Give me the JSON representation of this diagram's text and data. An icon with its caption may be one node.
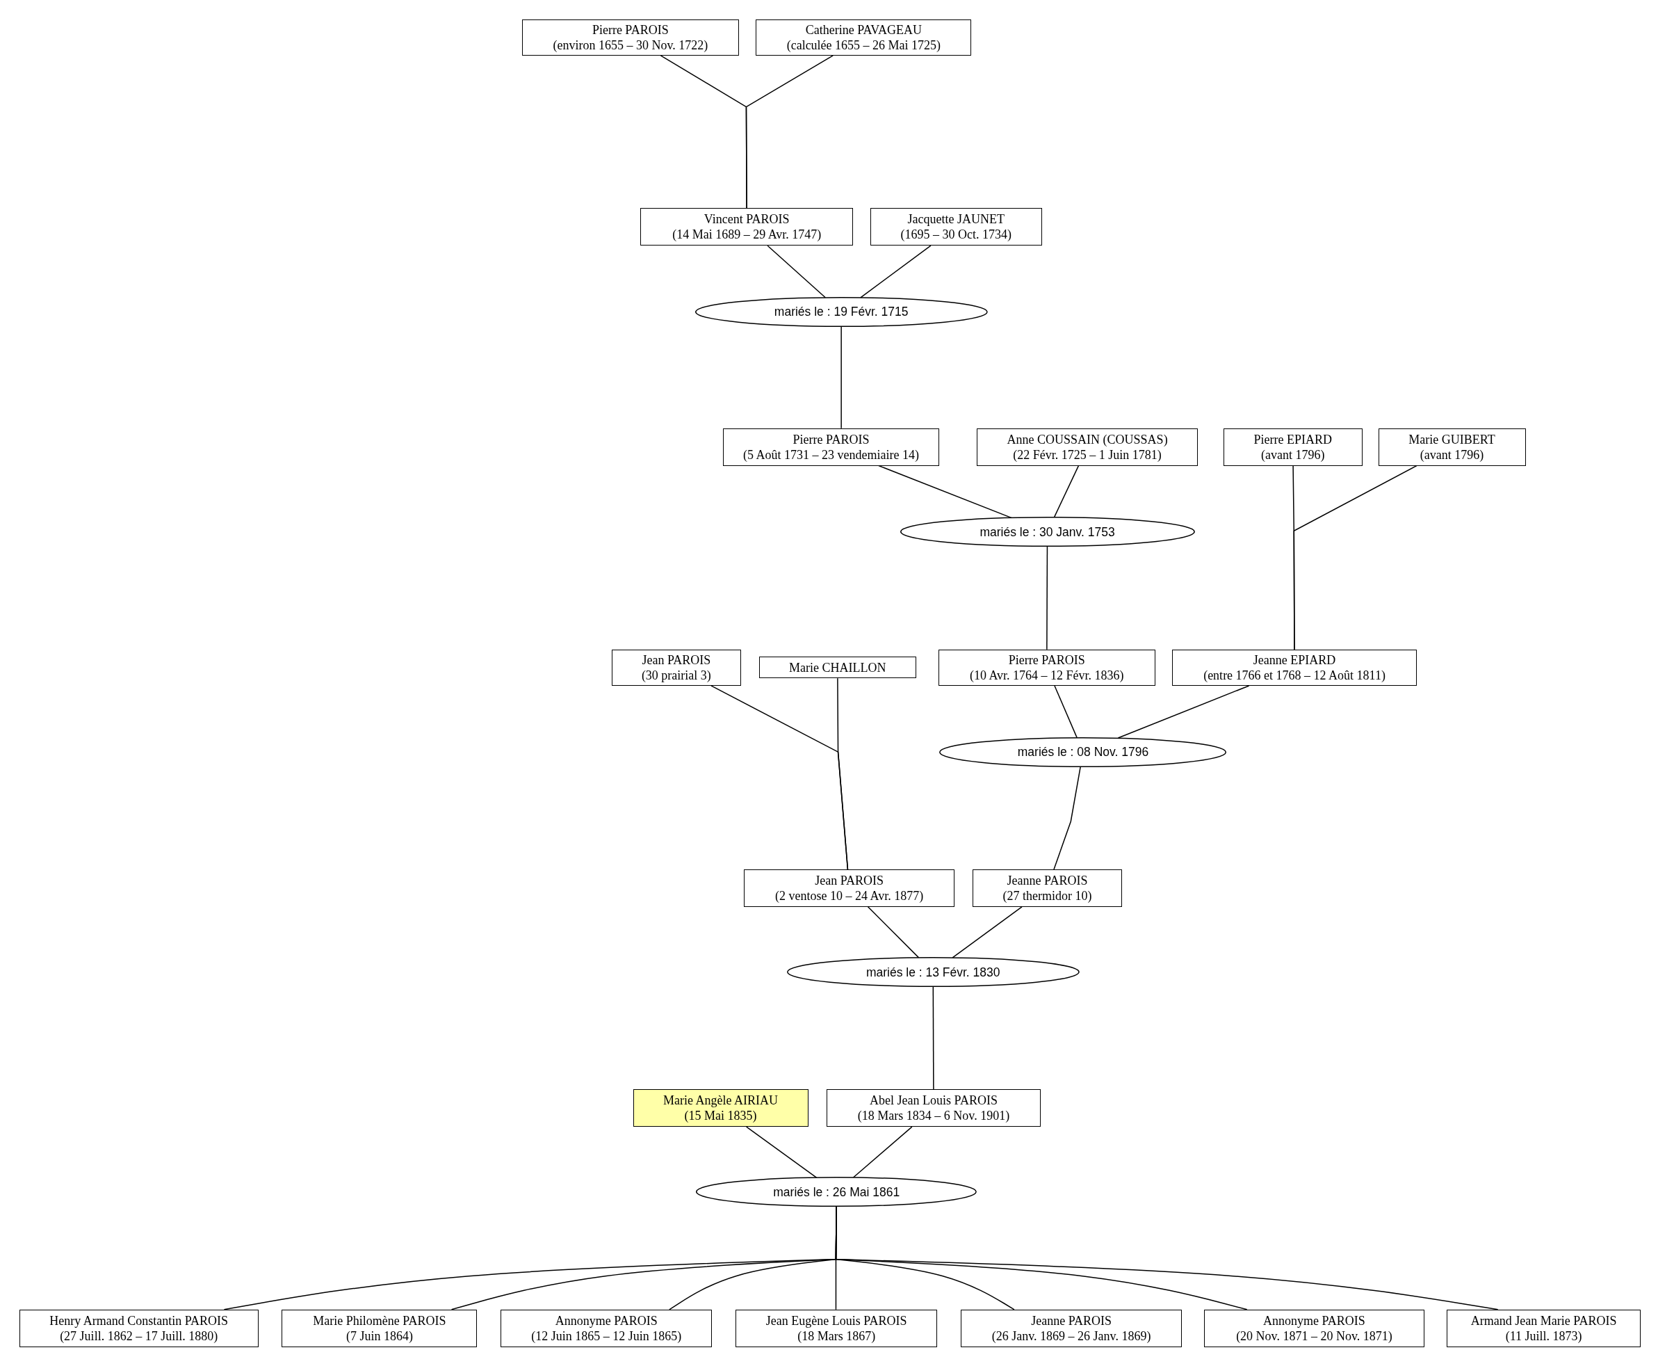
{
  "diagram": {
    "nodes": [
      {
        "text": [
          "Pierre PAROIS",
          "(environ 1655 – 30 Nov. 1722)"
        ]
      },
      {
        "text": [
          "Catherine PAVAGEAU",
          "(calculée 1655 – 26 Mai 1725)"
        ]
      },
      {
        "text": [
          "Vincent PAROIS",
          "(14 Mai 1689 – 29 Avr. 1747)"
        ]
      },
      {
        "text": [
          "Jacquette JAUNET",
          "(1695 – 30 Oct. 1734)"
        ]
      },
      {
        "text": [
          "mariés le : 19 Févr. 1715"
        ]
      },
      {
        "text": [
          "Pierre PAROIS",
          "(5 Août 1731 – 23 vendemiaire 14)"
        ]
      },
      {
        "text": [
          "Anne COUSSAIN (COUSSAS)",
          "(22 Févr. 1725 – 1 Juin 1781)"
        ]
      },
      {
        "text": [
          "Pierre EPIARD",
          "(avant 1796)"
        ]
      },
      {
        "text": [
          "Marie GUIBERT",
          "(avant 1796)"
        ]
      },
      {
        "text": [
          "mariés le : 30 Janv. 1753"
        ]
      },
      {
        "text": [
          "Jean PAROIS",
          "(30 prairial 3)"
        ]
      },
      {
        "text": [
          "Marie CHAILLON"
        ]
      },
      {
        "text": [
          "Pierre PAROIS",
          "(10 Avr. 1764 – 12 Févr. 1836)"
        ]
      },
      {
        "text": [
          "Jeanne EPIARD",
          "(entre 1766 et 1768 – 12 Août 1811)"
        ]
      },
      {
        "text": [
          "mariés le : 08 Nov. 1796"
        ]
      },
      {
        "text": [
          "Jean PAROIS",
          "(2 ventose 10 – 24 Avr. 1877)"
        ]
      },
      {
        "text": [
          "Jeanne PAROIS",
          "(27 thermidor 10)"
        ]
      },
      {
        "text": [
          "mariés le : 13 Févr. 1830"
        ]
      },
      {
        "text": [
          "Marie Angèle AIRIAU",
          "(15 Mai 1835)"
        ]
      },
      {
        "text": [
          "Abel Jean Louis PAROIS",
          "(18 Mars 1834 – 6 Nov. 1901)"
        ]
      },
      {
        "text": [
          "mariés le : 26 Mai 1861"
        ]
      },
      {
        "text": [
          "Henry Armand Constantin PAROIS",
          "(27 Juill. 1862 – 17 Juill. 1880)"
        ]
      },
      {
        "text": [
          "Marie Philomène PAROIS",
          "(7 Juin 1864)"
        ]
      },
      {
        "text": [
          "Annonyme PAROIS",
          "(12 Juin 1865 – 12 Juin 1865)"
        ]
      },
      {
        "text": [
          "Jean Eugène Louis PAROIS",
          "(18 Mars 1867)"
        ]
      },
      {
        "text": [
          "Jeanne PAROIS",
          "(26 Janv. 1869 – 26 Janv. 1869)"
        ]
      },
      {
        "text": [
          "Annonyme PAROIS",
          "(20 Nov. 1871 – 20 Nov. 1871)"
        ]
      },
      {
        "text": [
          "Armand Jean Marie PAROIS",
          "(11 Juill. 1873)"
        ]
      }
    ],
    "edges": [
      {
        "from": 0,
        "to": 2,
        "arrow": "none"
      },
      {
        "from": 1,
        "to": 2,
        "arrow": "none"
      },
      {
        "from": 2,
        "to": 4,
        "arrow": "none"
      },
      {
        "from": 3,
        "to": 4,
        "arrow": "none"
      },
      {
        "from": 4,
        "to": 5,
        "arrow": "none"
      },
      {
        "from": 5,
        "to": 9,
        "arrow": "none"
      },
      {
        "from": 6,
        "to": 9,
        "arrow": "none"
      },
      {
        "from": 9,
        "to": 12,
        "arrow": "none"
      },
      {
        "from": 7,
        "to": 13,
        "arrow": "none"
      },
      {
        "from": 8,
        "to": 13,
        "arrow": "none"
      },
      {
        "from": 12,
        "to": 14,
        "arrow": "none"
      },
      {
        "from": 13,
        "to": 14,
        "arrow": "none"
      },
      {
        "from": 10,
        "to": 15,
        "arrow": "none"
      },
      {
        "from": 11,
        "to": 15,
        "arrow": "none"
      },
      {
        "from": 14,
        "to": 16,
        "arrow": "none"
      },
      {
        "from": 15,
        "to": 17,
        "arrow": "none"
      },
      {
        "from": 16,
        "to": 17,
        "arrow": "none"
      },
      {
        "from": 17,
        "to": 19,
        "arrow": "none"
      },
      {
        "from": 18,
        "to": 20,
        "arrow": "none"
      },
      {
        "from": 19,
        "to": 20,
        "arrow": "none"
      },
      {
        "from": 20,
        "to": 21,
        "arrow": "none"
      },
      {
        "from": 20,
        "to": 22,
        "arrow": "none"
      },
      {
        "from": 20,
        "to": 23,
        "arrow": "none"
      },
      {
        "from": 20,
        "to": 24,
        "arrow": "none"
      },
      {
        "from": 20,
        "to": 25,
        "arrow": "none"
      },
      {
        "from": 20,
        "to": 26,
        "arrow": "none"
      },
      {
        "from": 20,
        "to": 27,
        "arrow": "none"
      }
    ]
  }
}
